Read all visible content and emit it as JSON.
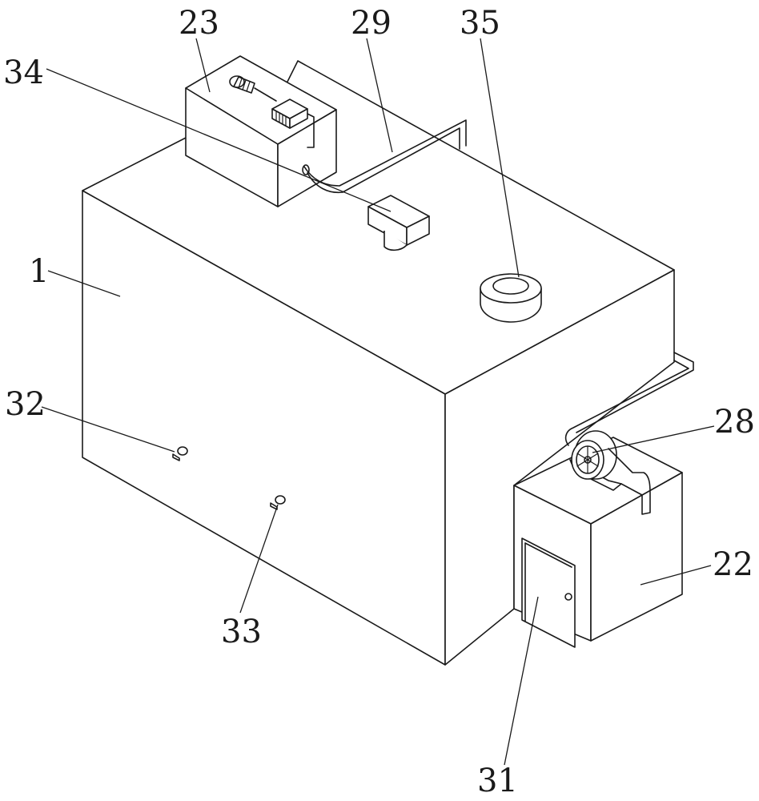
{
  "labels": {
    "main_box": "1",
    "right_box": "22",
    "top_box": "23",
    "blower": "28",
    "pipe": "29",
    "door": "31",
    "left_knob": "32",
    "lower_knob": "33",
    "nozzle": "34",
    "ring_port": "35"
  }
}
